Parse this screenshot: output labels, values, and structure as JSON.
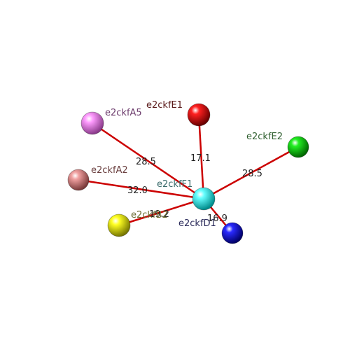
{
  "center_node": {
    "id": "e2ckfF1",
    "color": "#00e5e5"
  },
  "nodes": [
    {
      "id": "e2ckfA5",
      "color": "#ee82ee",
      "label_color": "#6b3a6b",
      "distance": "28.5"
    },
    {
      "id": "e2ckfE1",
      "color": "#ee0000",
      "label_color": "#5a1a1a",
      "distance": "17.1"
    },
    {
      "id": "e2ckfE2",
      "color": "#00cc00",
      "label_color": "#2f5f2f",
      "distance": "28.5"
    },
    {
      "id": "e2ckfA2",
      "color": "#e08080",
      "label_color": "#6b4040",
      "distance": "32.0"
    },
    {
      "id": "e2ckfB2",
      "color": "#e5e500",
      "label_color": "#6b6b30",
      "distance": "19.2"
    },
    {
      "id": "e2ckfD1",
      "color": "#0000dd",
      "label_color": "#2a2a5a",
      "distance": "16.9"
    }
  ],
  "edge_color": "#cc0000",
  "center_label_color": "#3a6b6b",
  "distance_label_color": "#222222"
}
